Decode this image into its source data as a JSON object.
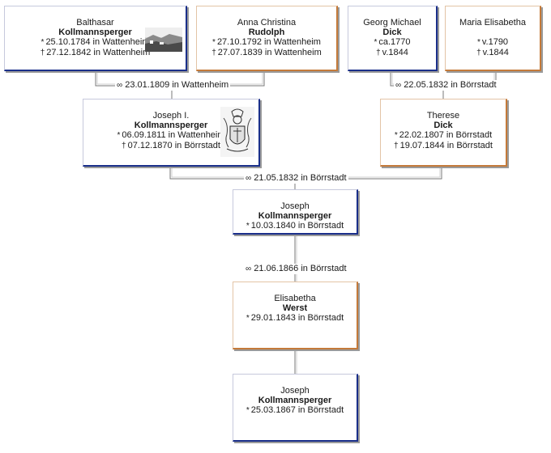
{
  "persons": {
    "balthasar": {
      "given": "Balthasar",
      "surname": "Kollmannsperger",
      "birth": "25.10.1784 in Wattenheim",
      "death": "27.12.1842 in Wattenheim"
    },
    "anna": {
      "given": "Anna Christina",
      "surname": "Rudolph",
      "birth": "27.10.1792 in Wattenheim",
      "death": "27.07.1839 in Wattenheim"
    },
    "georg": {
      "given": "Georg Michael",
      "surname": "Dick",
      "birth": "ca.1770",
      "death": "v.1844"
    },
    "maria": {
      "given": "Maria Elisabetha",
      "birth": "v.1790",
      "death": "v.1844"
    },
    "joseph1": {
      "given": "Joseph I.",
      "surname": "Kollmannsperger",
      "birth": "06.09.1811 in Wattenheim",
      "death": "07.12.1870 in Börrstadt"
    },
    "therese": {
      "given": "Therese",
      "surname": "Dick",
      "birth": "22.02.1807 in Börrstadt",
      "death": "19.07.1844 in Börrstadt"
    },
    "joseph2": {
      "given": "Joseph",
      "surname": "Kollmannsperger",
      "birth": "10.03.1840 in Börrstadt"
    },
    "elisabetha": {
      "given": "Elisabetha",
      "surname": "Werst",
      "birth": "29.01.1843 in Börrstadt"
    },
    "joseph3": {
      "given": "Joseph",
      "surname": "Kollmannsperger",
      "birth": "25.03.1867 in Börrstadt"
    }
  },
  "marriages": {
    "m1": "23.01.1809 in Wattenheim",
    "m2": "22.05.1832 in Börrstadt",
    "m3": "21.05.1832 in Börrstadt",
    "m4": "21.06.1866 in Börrstadt"
  },
  "symbols": {
    "birth": "*",
    "death": "†",
    "marriage": "∞"
  },
  "icons": {
    "photo": "landscape-photo-icon",
    "crest": "coat-of-arms-icon"
  },
  "colors": {
    "male": "#1a2f8a",
    "female": "#c47a3a",
    "line": "#6d6d6d"
  }
}
